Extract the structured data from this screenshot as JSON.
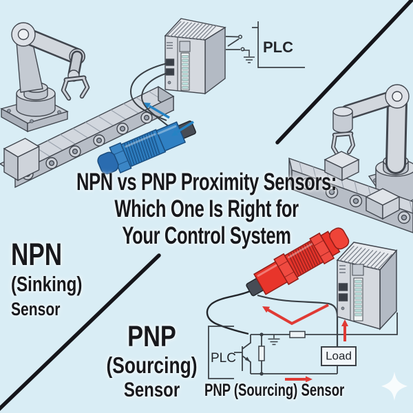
{
  "title": {
    "line1": "NPN vs PNP Proximity Sensors:",
    "line2": "Which One Is Right for",
    "line3": "Your Control System"
  },
  "npn_label": {
    "line1": "NPN",
    "line2": "(Sinking)",
    "line3": "Sensor"
  },
  "pnp_label": {
    "line1": "PNP",
    "line2": "(Sourcing)",
    "line3": "Sensor"
  },
  "top_circuit": {
    "plc_label": "PLC"
  },
  "bottom_circuit": {
    "plc_label": "PLC",
    "load_label": "Load",
    "caption": "PNP (Sourcing) Sensor"
  },
  "colors": {
    "background": "#d9edf5",
    "text_ink": "#17181c",
    "npn_sensor_blue": "#2f80c3",
    "pnp_sensor_red": "#e8352b",
    "npn_arrow_blue": "#2583c4",
    "pnp_arrow_red": "#e03a34",
    "machine_gray": "#ccd2da",
    "outline": "#41464e",
    "wire": "#3a4046",
    "divider_black": "#15151a"
  },
  "icons": {
    "npn_sensor": "blue-cylindrical-proximity-sensor",
    "pnp_sensor": "red-cylindrical-proximity-sensor",
    "sparkle": "four-point-sparkle"
  }
}
